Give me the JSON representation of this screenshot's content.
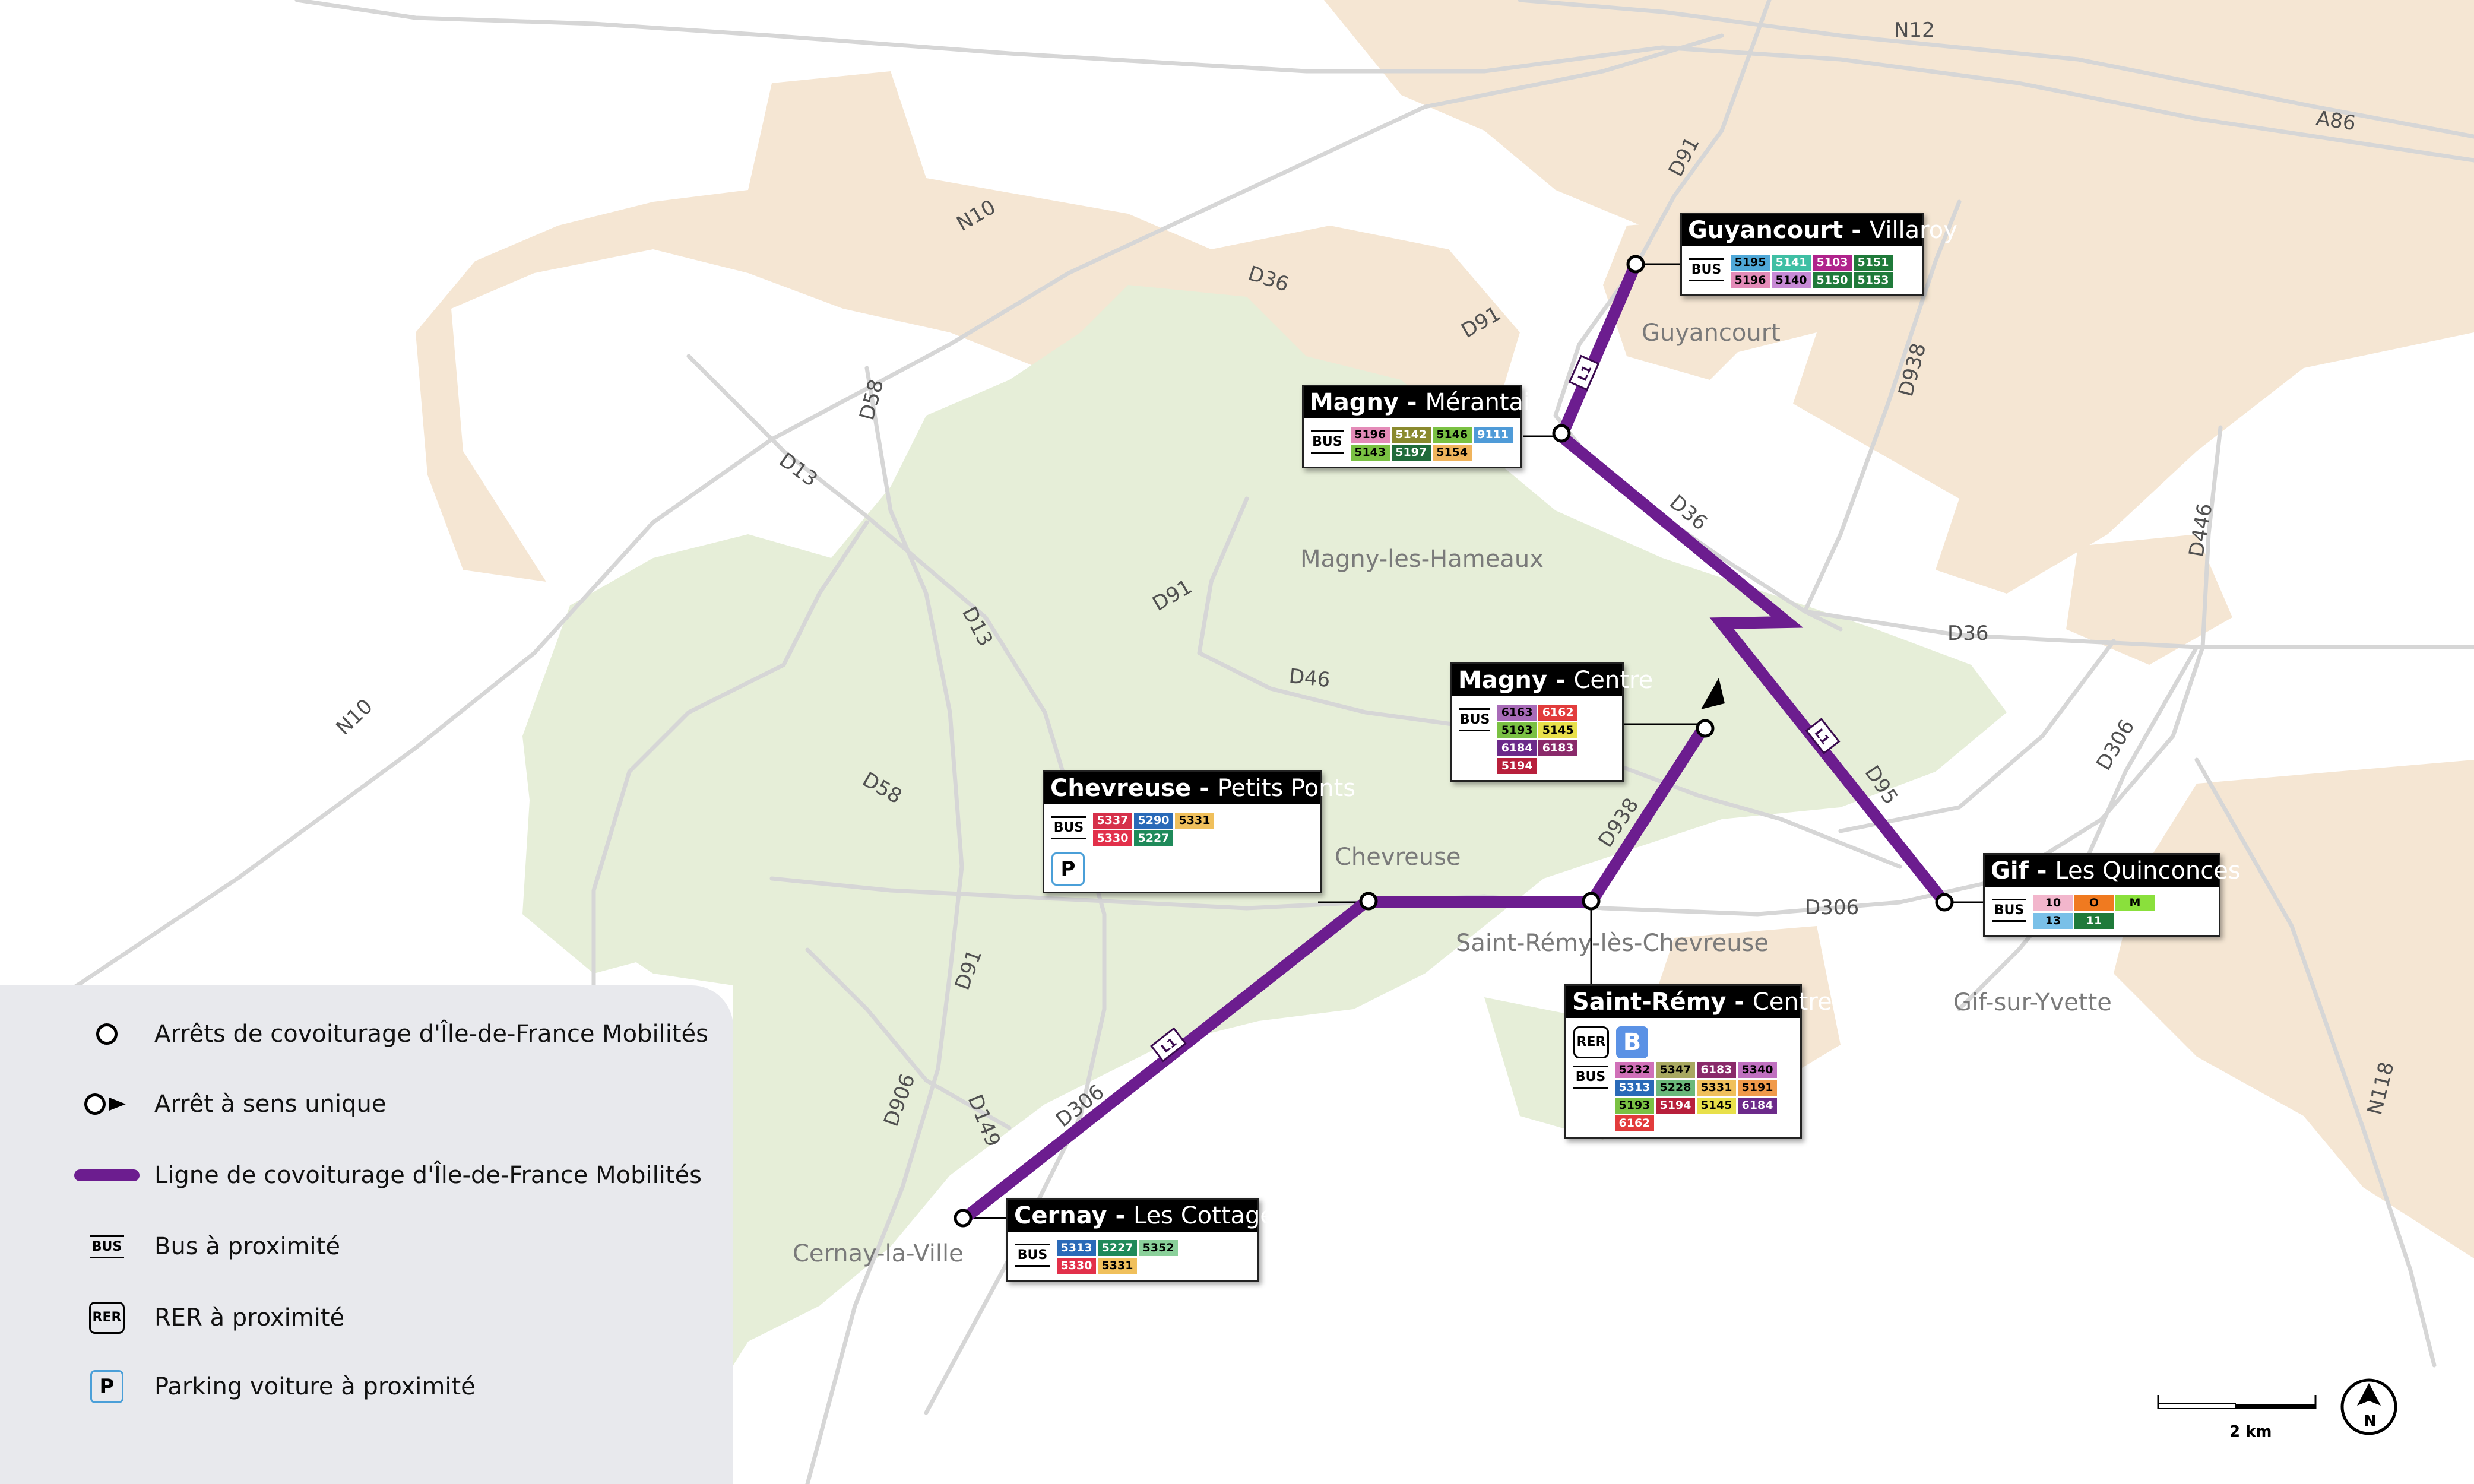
{
  "colors": {
    "urban": "#f5e6d3",
    "green": "#e6eed8",
    "road": "#d6d6d6",
    "line": "#6c1d8f",
    "legend_bg": "#e8e9ed"
  },
  "roads": [
    "N12",
    "A86",
    "D91",
    "N10",
    "D36",
    "D91",
    "D938",
    "D58",
    "D13",
    "D36",
    "D446",
    "D91",
    "D13",
    "D46",
    "D36",
    "N10",
    "D306",
    "D95",
    "D58",
    "D938",
    "D306",
    "D91",
    "D906",
    "D149",
    "D306",
    "N118"
  ],
  "towns": [
    "Guyancourt",
    "Magny-les-Hameaux",
    "Chevreuse",
    "Saint-Rémy-lès-Chevreuse",
    "Gif-sur-Yvette",
    "Cernay-la-Ville"
  ],
  "line_tag": "L1",
  "bus_label": "BUS",
  "rer_label": "RER",
  "rer_line": "B",
  "parking_label": "P",
  "stops": [
    {
      "name": "Guyancourt",
      "place": "Villaroy",
      "lines": [
        {
          "n": "5195",
          "c": "#4fa8d8",
          "t": "#000"
        },
        {
          "n": "5141",
          "c": "#3fbfa4",
          "t": "#fff"
        },
        {
          "n": "5103",
          "c": "#b0238c",
          "t": "#fff"
        },
        {
          "n": "5151",
          "c": "#1f7a3a",
          "t": "#fff"
        },
        {
          "n": "5196",
          "c": "#e48bb8",
          "t": "#000"
        },
        {
          "n": "5140",
          "c": "#c78ad6",
          "t": "#000"
        },
        {
          "n": "5150",
          "c": "#1f7a3a",
          "t": "#fff"
        },
        {
          "n": "5153",
          "c": "#1f7a3a",
          "t": "#fff"
        }
      ]
    },
    {
      "name": "Magny",
      "place": "Mérantais",
      "lines": [
        {
          "n": "5196",
          "c": "#e48bb8",
          "t": "#000"
        },
        {
          "n": "5142",
          "c": "#8a8a2e",
          "t": "#fff"
        },
        {
          "n": "5146",
          "c": "#7ac143",
          "t": "#000"
        },
        {
          "n": "9111",
          "c": "#4f9bd8",
          "t": "#fff"
        },
        {
          "n": "5143",
          "c": "#7ac143",
          "t": "#000"
        },
        {
          "n": "5197",
          "c": "#1f6b3a",
          "t": "#fff"
        },
        {
          "n": "5154",
          "c": "#f0b45c",
          "t": "#000"
        }
      ]
    },
    {
      "name": "Magny",
      "place": "Centre",
      "lines": [
        {
          "n": "6163",
          "c": "#a86bb8",
          "t": "#000"
        },
        {
          "n": "6162",
          "c": "#e23c3c",
          "t": "#fff"
        },
        {
          "n": "5193",
          "c": "#7ac143",
          "t": "#000"
        },
        {
          "n": "5145",
          "c": "#e8e04a",
          "t": "#000"
        },
        {
          "n": "6184",
          "c": "#6c2a8a",
          "t": "#fff"
        },
        {
          "n": "6183",
          "c": "#8a2a6a",
          "t": "#fff"
        },
        {
          "n": "5194",
          "c": "#b8203c",
          "t": "#fff"
        }
      ]
    },
    {
      "name": "Chevreuse",
      "place": "Petits Ponts",
      "lines": [
        {
          "n": "5337",
          "c": "#d6304a",
          "t": "#fff"
        },
        {
          "n": "5290",
          "c": "#2a6ab8",
          "t": "#fff"
        },
        {
          "n": "5331",
          "c": "#f0c05c",
          "t": "#000"
        },
        {
          "n": "5330",
          "c": "#e2304a",
          "t": "#fff"
        },
        {
          "n": "5227",
          "c": "#1f8a5a",
          "t": "#fff"
        }
      ]
    },
    {
      "name": "Gif",
      "place": "Les Quinconces",
      "lines": [
        {
          "n": "10",
          "c": "#f2b6cc",
          "t": "#000"
        },
        {
          "n": "O",
          "c": "#f07a20",
          "t": "#000"
        },
        {
          "n": "M",
          "c": "#8ae03c",
          "t": "#000"
        },
        {
          "n": "13",
          "c": "#7ac0e8",
          "t": "#000"
        },
        {
          "n": "11",
          "c": "#1f7a3a",
          "t": "#fff"
        }
      ]
    },
    {
      "name": "Saint-Rémy",
      "place": "Centre",
      "lines": [
        {
          "n": "5232",
          "c": "#d070b8",
          "t": "#000"
        },
        {
          "n": "5347",
          "c": "#a8a860",
          "t": "#000"
        },
        {
          "n": "6183",
          "c": "#8a2a6a",
          "t": "#fff"
        },
        {
          "n": "5340",
          "c": "#c070c0",
          "t": "#000"
        },
        {
          "n": "5313",
          "c": "#2a6ab8",
          "t": "#fff"
        },
        {
          "n": "5228",
          "c": "#6ab87a",
          "t": "#000"
        },
        {
          "n": "5331",
          "c": "#f0c05c",
          "t": "#000"
        },
        {
          "n": "5191",
          "c": "#f09a4a",
          "t": "#000"
        },
        {
          "n": "5193",
          "c": "#7ac143",
          "t": "#000"
        },
        {
          "n": "5194",
          "c": "#b8203c",
          "t": "#fff"
        },
        {
          "n": "5145",
          "c": "#e8e04a",
          "t": "#000"
        },
        {
          "n": "6184",
          "c": "#6c2a8a",
          "t": "#fff"
        },
        {
          "n": "6162",
          "c": "#e23c3c",
          "t": "#fff"
        }
      ]
    },
    {
      "name": "Cernay",
      "place": "Les Cottages",
      "lines": [
        {
          "n": "5313",
          "c": "#2a6ab8",
          "t": "#fff"
        },
        {
          "n": "5227",
          "c": "#1f8a5a",
          "t": "#fff"
        },
        {
          "n": "5352",
          "c": "#8ad09a",
          "t": "#000"
        },
        {
          "n": "5330",
          "c": "#e2304a",
          "t": "#fff"
        },
        {
          "n": "5331",
          "c": "#f0c05c",
          "t": "#000"
        }
      ]
    }
  ],
  "legend": {
    "stops": "Arrêts de covoiturage d'Île-de-France Mobilités",
    "one_way": "Arrêt à sens unique",
    "line": "Ligne de covoiturage d'Île-de-France Mobilités",
    "bus": "Bus à proximité",
    "rer": "RER à proximité",
    "parking": "Parking voiture à proximité"
  },
  "scale": "2 km",
  "north": "N"
}
